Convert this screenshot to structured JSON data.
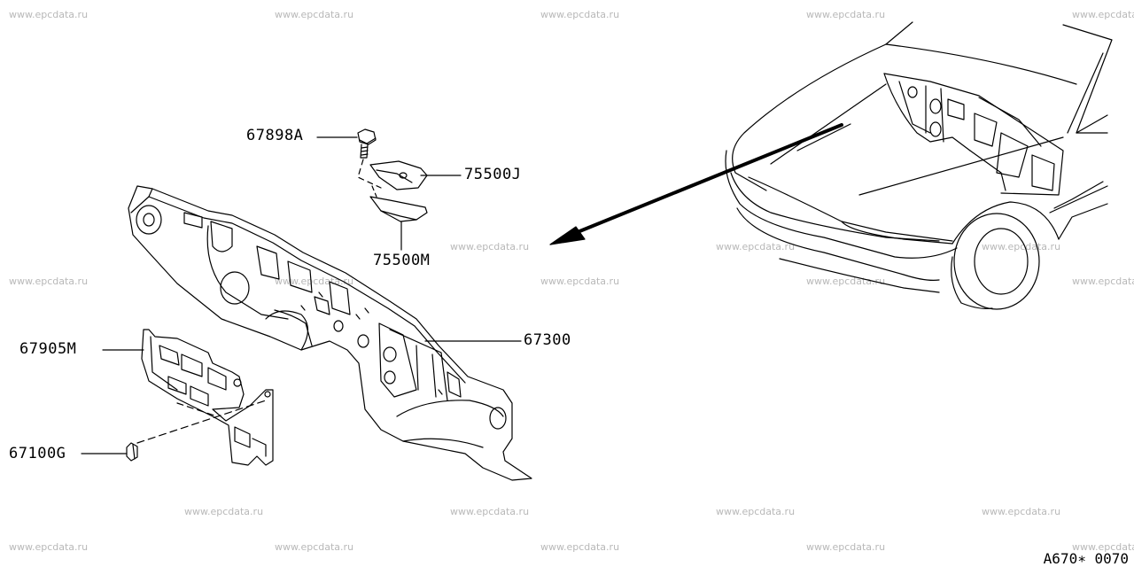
{
  "watermark": {
    "text": "www.epcdata.ru"
  },
  "parts": {
    "bolt": "67898A",
    "bracket_upper": "75500J",
    "bracket_lower": "75500M",
    "dash_panel": "67300",
    "insulator": "67905M",
    "clip": "67100G"
  },
  "diagram_code": "A670∗ 0070"
}
